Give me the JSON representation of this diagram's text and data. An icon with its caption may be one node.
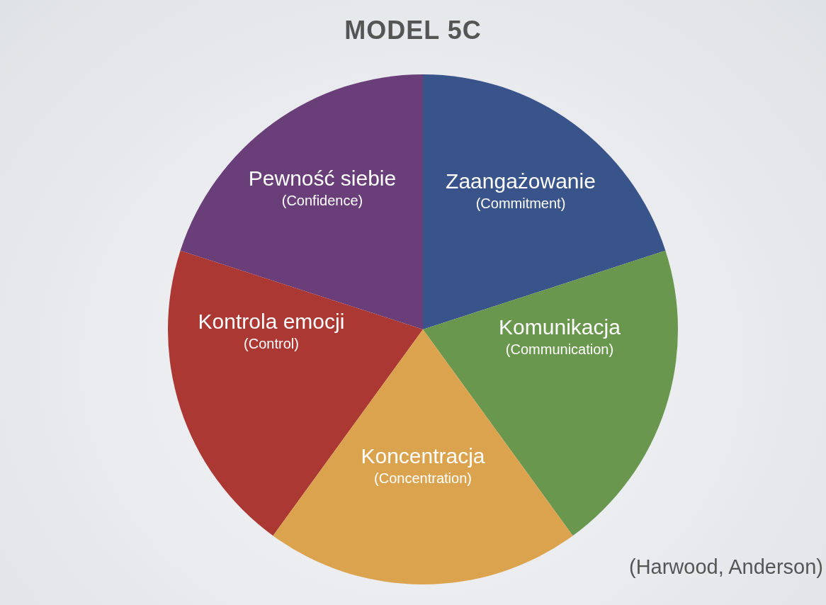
{
  "diagram": {
    "title": "MODEL 5C",
    "nodes": [
      {
        "text": [
          "Pewność siebie",
          "(Confidence)"
        ]
      },
      {
        "text": [
          "Zaangażowanie",
          "(Commitment)"
        ]
      },
      {
        "text": [
          "Kontrola emocji",
          "(Control)"
        ]
      },
      {
        "text": [
          "Komunikacja",
          "(Communication)"
        ]
      },
      {
        "text": [
          "Koncentracja",
          "(Concentration)"
        ]
      }
    ],
    "labels": [
      "(Harwood, Anderson)"
    ]
  }
}
